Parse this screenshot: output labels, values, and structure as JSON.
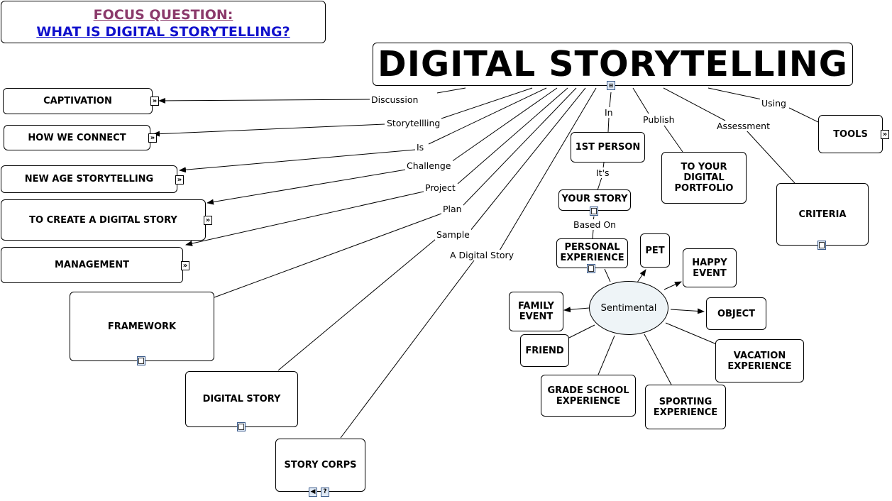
{
  "focus": {
    "line1": "FOCUS QUESTION:",
    "line2": "WHAT IS DIGITAL STORYTELLING?"
  },
  "root": "DIGITAL STORYTELLING",
  "nodes": {
    "captivation": "CAPTIVATION",
    "how_we_connect": "HOW WE CONNECT",
    "new_age": "NEW AGE STORYTELLING",
    "create": "TO CREATE A DIGITAL STORY",
    "management": "MANAGEMENT",
    "framework": "FRAMEWORK",
    "digital_story": "DIGITAL  STORY",
    "story_corps": "STORY CORPS",
    "first_person": "1ST PERSON",
    "your_story": "YOUR STORY",
    "personal": "PERSONAL\nEXPERIENCE",
    "portfolio": "TO YOUR\nDIGITAL\nPORTFOLIO",
    "criteria": "CRITERIA",
    "tools": "TOOLS",
    "sentimental": "Sentimental",
    "pet": "PET",
    "happy": "HAPPY\nEVENT",
    "object": "OBJECT",
    "vacation": "VACATION\nEXPERIENCE",
    "sporting": "SPORTING\nEXPERIENCE",
    "grade": "GRADE SCHOOL\nEXPERIENCE",
    "friend": "FRIEND",
    "family": "FAMILY\nEVENT"
  },
  "links": {
    "discussion": "Discussion",
    "storytelling": "Storytellling",
    "is": "Is",
    "challenge": "Challenge",
    "project": "Project",
    "plan": "Plan",
    "sample": "Sample",
    "a_digital_story": "A Digital Story",
    "in": "In",
    "its": "It's",
    "based_on": "Based On",
    "publish": "Publish",
    "assessment": "Assessment",
    "using": "Using"
  },
  "icons": [
    "resource-doc-icon",
    "submap-arrow-icon",
    "sound-icon",
    "question-icon",
    "concept-map-icon"
  ]
}
